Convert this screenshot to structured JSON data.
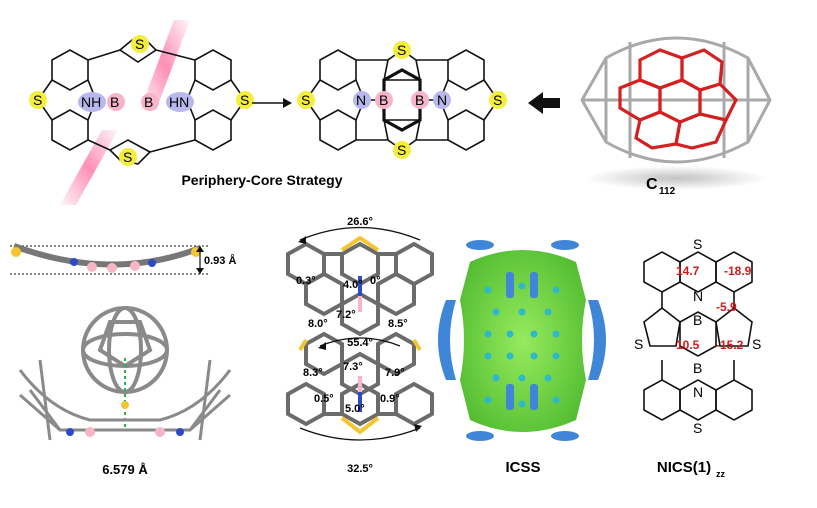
{
  "captions": {
    "strategy": "Periphery-Core Strategy",
    "cage_main": "C",
    "cage_sub": "112",
    "distance_top": "0.93 Å",
    "distance_bottom": "6.579 Å",
    "icss": "ICSS",
    "nics_main": "NICS(1)",
    "nics_sub": "zz"
  },
  "atoms": {
    "s": "S",
    "nh": "NH",
    "hn": "HN",
    "b": "B",
    "n": "N"
  },
  "angles": {
    "a1": "26.6°",
    "a2": "0.3°",
    "a3": "4.0°",
    "a4": "0°",
    "a5": "7.2°",
    "a6": "8.0°",
    "a7": "8.5°",
    "a8": "55.4°",
    "a9": "7.3°",
    "a10": "8.3°",
    "a11": "7.9°",
    "a12": "0.5°",
    "a13": "0.9°",
    "a14": "5.0°",
    "a15": "32.5°"
  },
  "nics_values": {
    "v1": "14.7",
    "v2": "-18.9",
    "v3": "-5.9",
    "v4": "10.5",
    "v5": "-15.2"
  },
  "colors": {
    "sulfur_highlight": "#f4ef3a",
    "nitrogen_highlight": "#b9b8ee",
    "boron_highlight": "#f5b4c9",
    "cage_red": "#d42020",
    "nics_red": "#d11a1a",
    "icss_green": "#5fd12a",
    "icss_blue": "#3f86d8"
  }
}
